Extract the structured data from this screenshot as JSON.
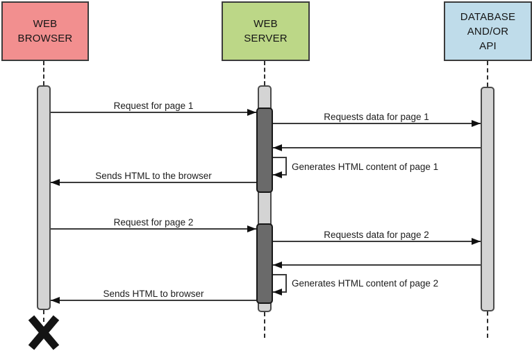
{
  "diagram": {
    "type": "sequence-diagram",
    "actors": [
      {
        "id": "web-browser",
        "label": "WEB\nBROWSER",
        "color": "#F28F8F"
      },
      {
        "id": "web-server",
        "label": "WEB\nSERVER",
        "color": "#BCD787"
      },
      {
        "id": "database-api",
        "label": "DATABASE\nAND/OR\nAPI",
        "color": "#BFDCEA"
      }
    ],
    "colors": {
      "activation_bar_light": "#D4D4D4",
      "activation_bar_dark": "#6A6A6A",
      "line": "#3A3A3A",
      "background": "#FFFFFF"
    },
    "messages": [
      {
        "from": "web-browser",
        "to": "web-server",
        "type": "call",
        "label": "Request for page 1"
      },
      {
        "from": "web-server",
        "to": "database-api",
        "type": "call",
        "label": "Requests data for page 1"
      },
      {
        "from": "database-api",
        "to": "web-server",
        "type": "return",
        "label": ""
      },
      {
        "from": "web-server",
        "to": "web-server",
        "type": "self",
        "label": "Generates HTML content of page 1"
      },
      {
        "from": "web-server",
        "to": "web-browser",
        "type": "return",
        "label": "Sends HTML to the browser"
      },
      {
        "from": "web-browser",
        "to": "web-server",
        "type": "call",
        "label": "Request for page 2"
      },
      {
        "from": "web-server",
        "to": "database-api",
        "type": "call",
        "label": "Requests data for page 2"
      },
      {
        "from": "database-api",
        "to": "web-server",
        "type": "return",
        "label": ""
      },
      {
        "from": "web-server",
        "to": "web-server",
        "type": "self",
        "label": "Generates HTML content of page 2"
      },
      {
        "from": "web-server",
        "to": "web-browser",
        "type": "return",
        "label": "Sends HTML to browser"
      }
    ],
    "destruction_marker": {
      "actor": "web-browser",
      "symbol": "X"
    }
  }
}
